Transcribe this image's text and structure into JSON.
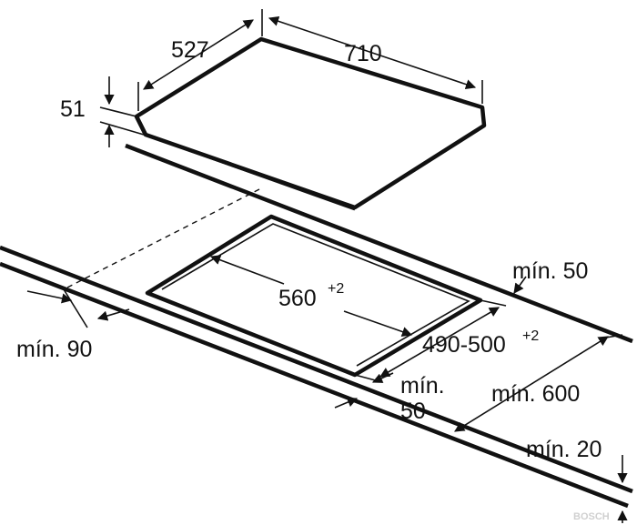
{
  "labels": {
    "width_527": "527",
    "length_710": "710",
    "height_51": "51",
    "cutout_560": "560",
    "cutout_560_tol": "+2",
    "cutout_490_500": "490-500",
    "cutout_490_500_tol": "+2",
    "min_50_top": "mín. 50",
    "min_90": "mín. 90",
    "min_50_front_a": "mín.",
    "min_50_front_b": "50",
    "min_600": "mín. 600",
    "min_20": "mín. 20"
  },
  "logo": "BOSCH"
}
